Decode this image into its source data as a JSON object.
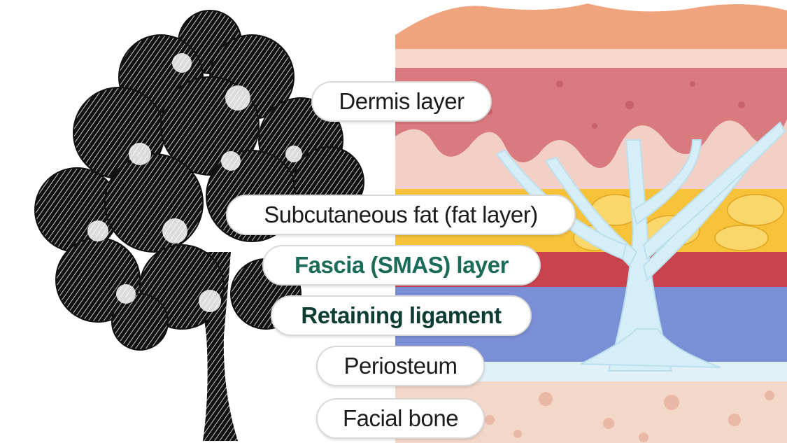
{
  "labels": {
    "dermis": "Dermis layer",
    "fat": "Subcutaneous fat (fat layer)",
    "fascia": "Fascia (SMAS) layer",
    "ligament": "Retaining ligament",
    "periosteum": "Periosteum",
    "bone": "Facial bone"
  },
  "colors": {
    "fascia_text": "#1a6b57",
    "ligament_text": "#0d3d33",
    "epidermis": "#f0a47e",
    "dermis": "#d97a7f",
    "fat": "#f6c23a",
    "muscle": "#c9434f",
    "deep_layer": "#7b8fd6",
    "bone": "#f3d8c9",
    "ligament": "#d6eef8"
  }
}
